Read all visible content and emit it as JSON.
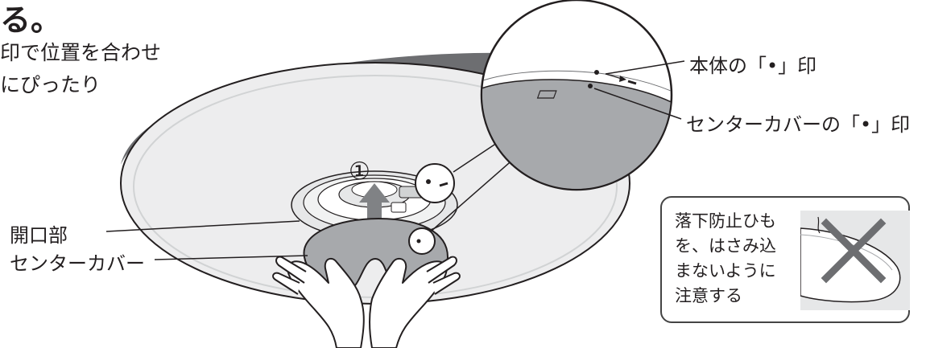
{
  "heading_tail": "る。",
  "intro_lines": [
    "印で位置を合わせ",
    "にぴったり"
  ],
  "step_number": "①",
  "labels": {
    "body_mark": "本体の「•」印",
    "cover_mark": "センターカバーの「•」印",
    "opening": "開口部",
    "center_cover": "センターカバー"
  },
  "caution": {
    "lines": [
      "落下防止ひも",
      "を、はさみ込",
      "まないように",
      "注意する"
    ],
    "icon": "prohibited-x-icon"
  },
  "colors": {
    "line": "#231f20",
    "cover_gray": "#a7a9ac",
    "fixture_light": "#ededee",
    "fixture_mid": "#d1d3d4",
    "rim_dark": "#6d6e71",
    "arrow": "#808285"
  }
}
